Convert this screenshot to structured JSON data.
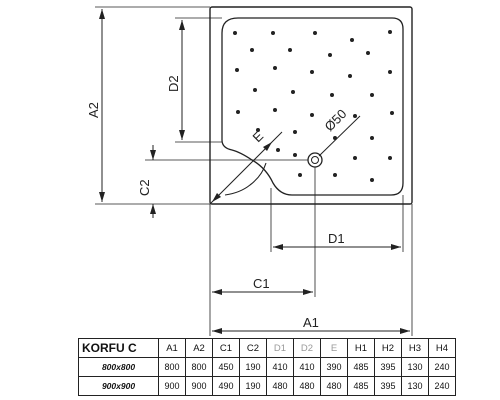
{
  "diagram": {
    "product_name": "KORFU C",
    "dimension_labels": {
      "a1_bottom": "A1",
      "a2_left": "A2",
      "c1_bottom": "C1",
      "c2_left": "C2",
      "d1_bottom": "D1",
      "d2_left": "D2",
      "e_diag": "E",
      "drain": "Ø50"
    }
  },
  "table": {
    "columns": [
      {
        "label": "A1",
        "faded": false
      },
      {
        "label": "A2",
        "faded": false
      },
      {
        "label": "C1",
        "faded": false
      },
      {
        "label": "C2",
        "faded": false
      },
      {
        "label": "D1",
        "faded": true
      },
      {
        "label": "D2",
        "faded": true
      },
      {
        "label": "E",
        "faded": true
      },
      {
        "label": "H1",
        "faded": false
      },
      {
        "label": "H2",
        "faded": false
      },
      {
        "label": "H3",
        "faded": false
      },
      {
        "label": "H4",
        "faded": false
      }
    ],
    "rows": [
      {
        "size": "800x800",
        "values": [
          "800",
          "800",
          "450",
          "190",
          "410",
          "410",
          "390",
          "485",
          "395",
          "130",
          "240"
        ]
      },
      {
        "size": "900x900",
        "values": [
          "900",
          "900",
          "490",
          "190",
          "480",
          "480",
          "480",
          "485",
          "395",
          "130",
          "240"
        ]
      }
    ]
  }
}
